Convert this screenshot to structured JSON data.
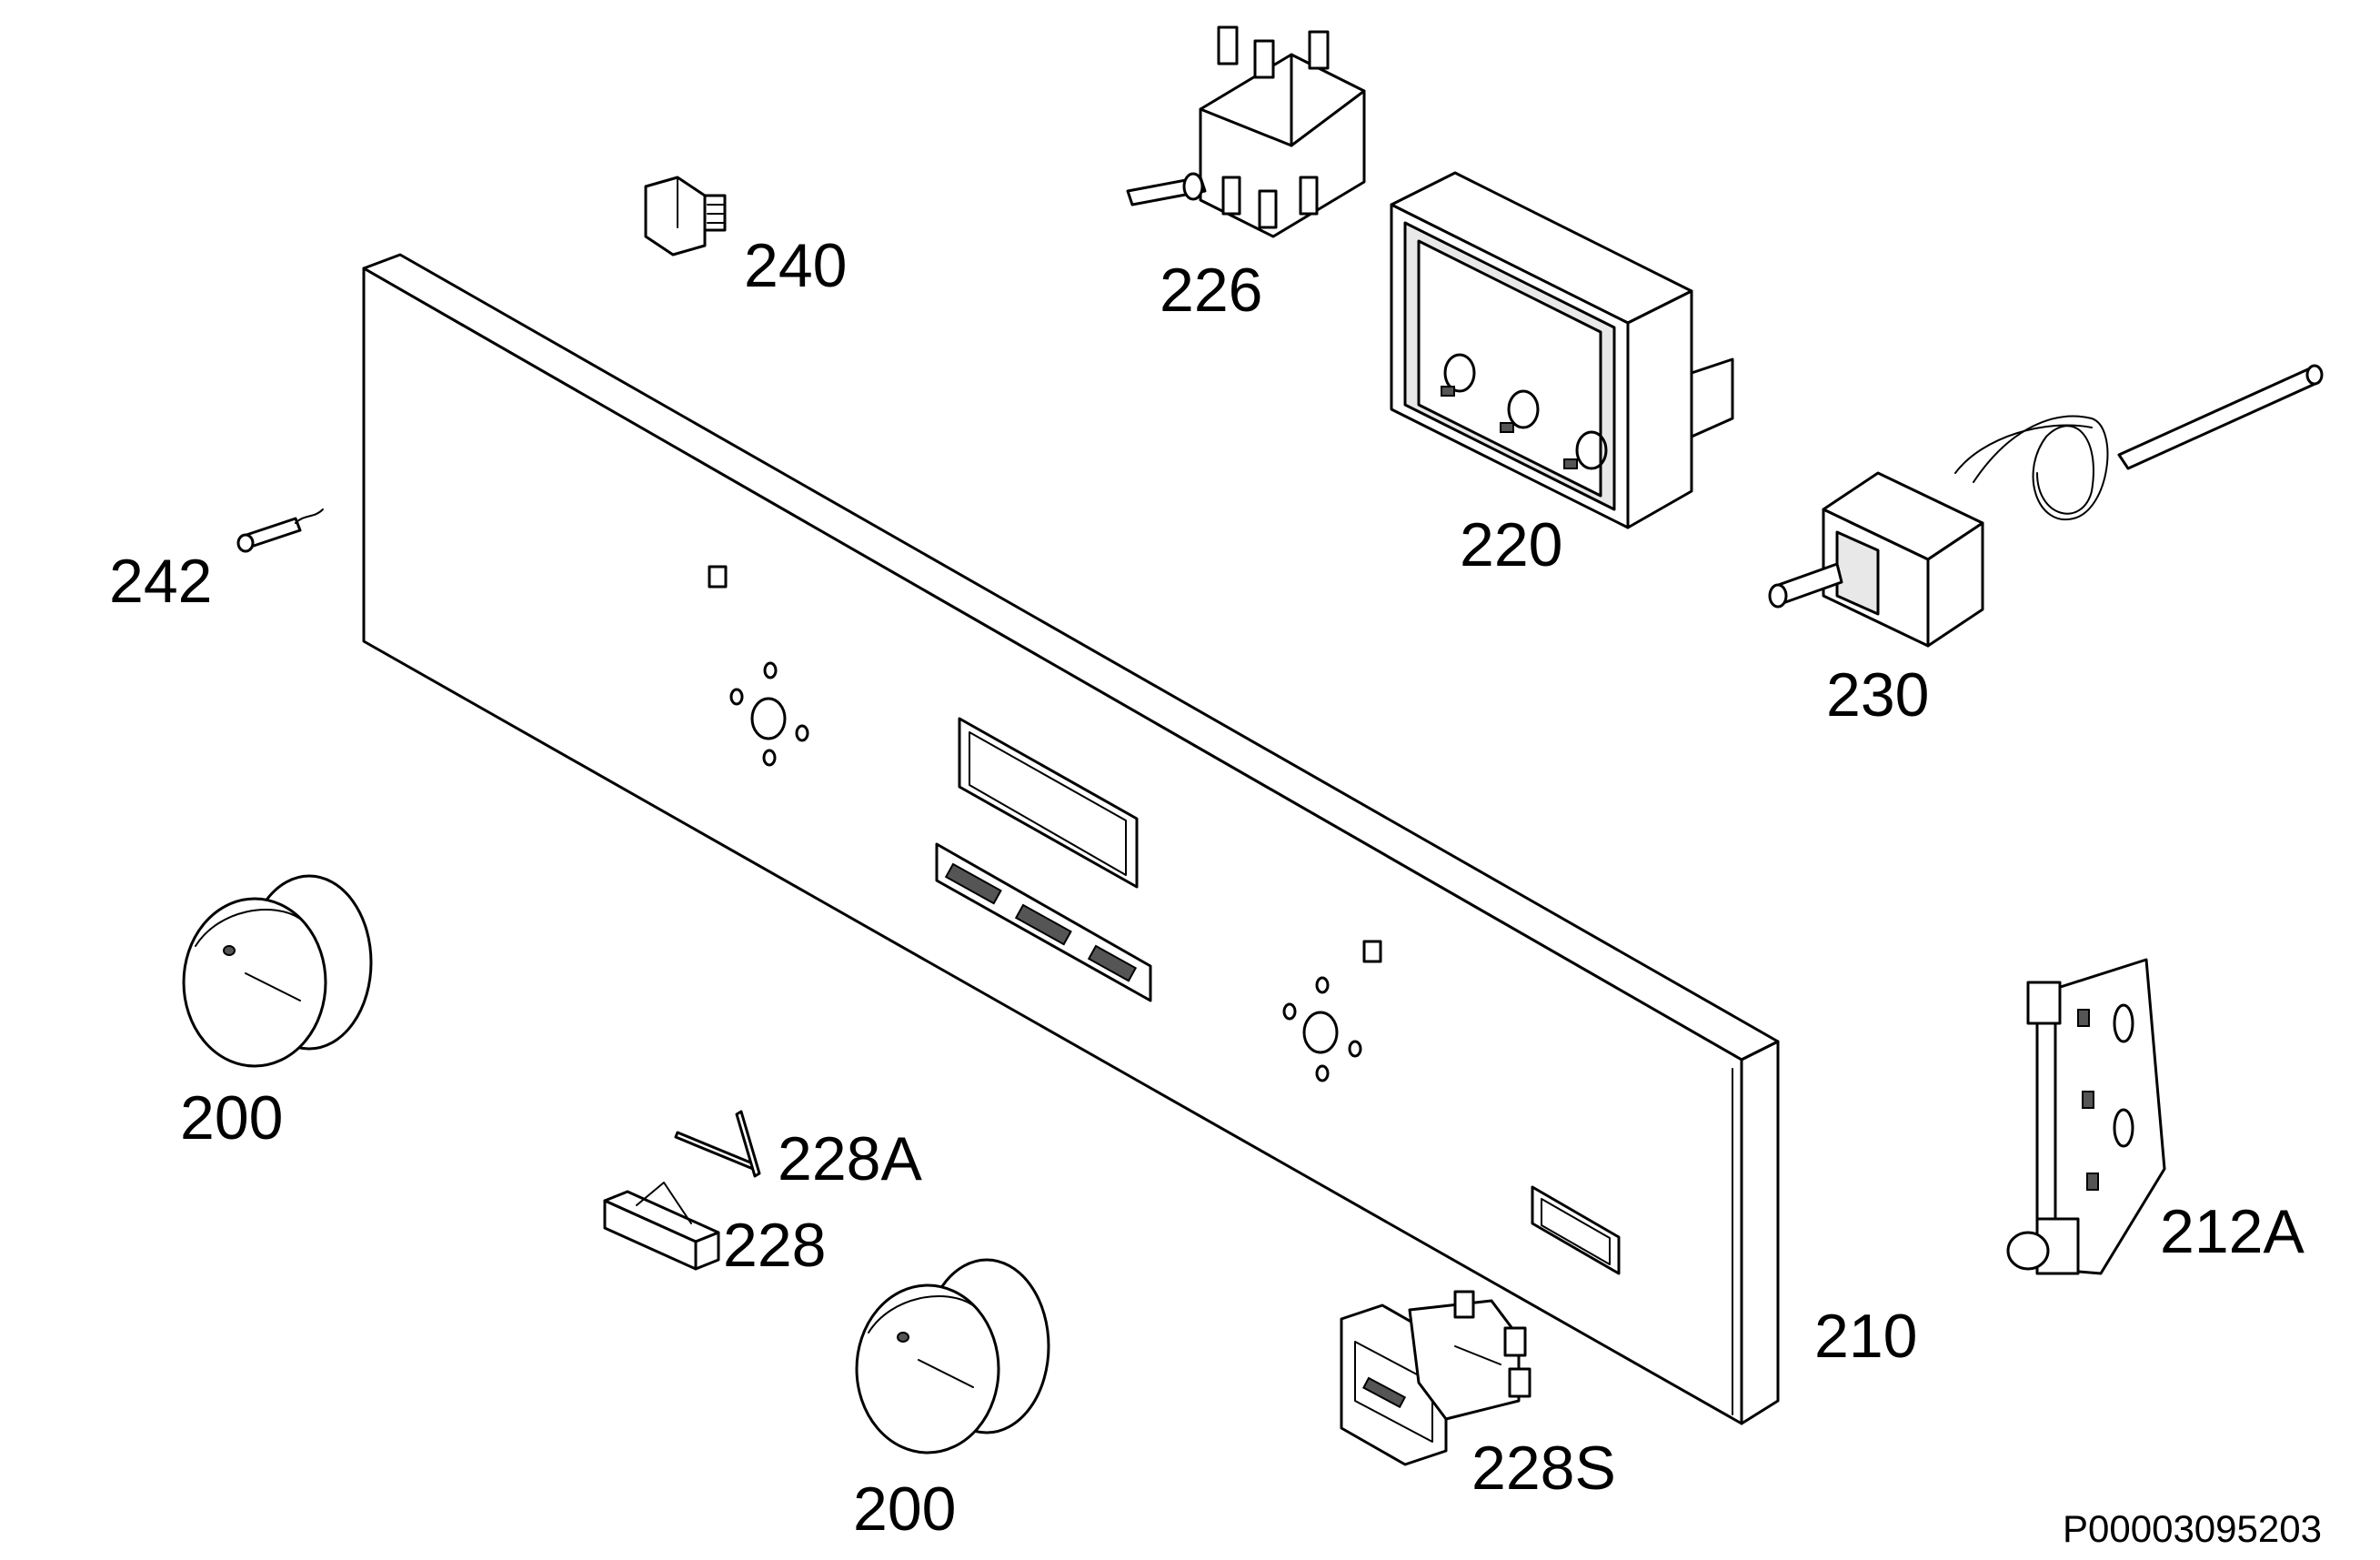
{
  "diagram": {
    "parts": [
      {
        "id": "p200a",
        "label": "200"
      },
      {
        "id": "p200b",
        "label": "200"
      },
      {
        "id": "p210",
        "label": "210"
      },
      {
        "id": "p212A",
        "label": "212A"
      },
      {
        "id": "p220",
        "label": "220"
      },
      {
        "id": "p226",
        "label": "226"
      },
      {
        "id": "p228",
        "label": "228"
      },
      {
        "id": "p228A",
        "label": "228A"
      },
      {
        "id": "p228S",
        "label": "228S"
      },
      {
        "id": "p230",
        "label": "230"
      },
      {
        "id": "p240",
        "label": "240"
      },
      {
        "id": "p242",
        "label": "242"
      }
    ],
    "document_id": "P00003095203"
  },
  "colors": {
    "line": "#000000",
    "background": "#ffffff"
  }
}
